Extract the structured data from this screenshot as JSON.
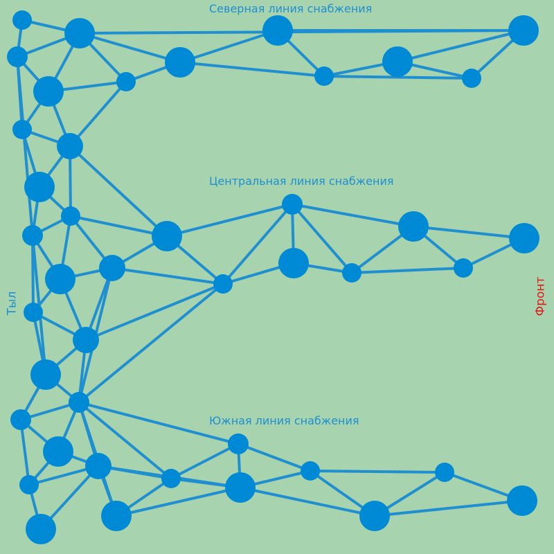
{
  "labels": {
    "north": "Северная линия снабжения",
    "central": "Центральная линия снабжения",
    "south": "Южная линия снабжения",
    "rear": "Тыл",
    "front": "Фронт"
  },
  "colors": {
    "background": "#a7d4ae",
    "node": "#0089d4",
    "edge": "#1f8fd0",
    "front_label": "#e0191c"
  }
}
